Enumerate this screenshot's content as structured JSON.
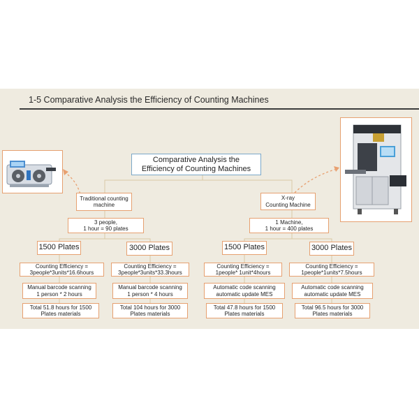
{
  "title": "1-5 Comparative Analysis the Efficiency of Counting Machines",
  "center": "Comparative Analysis the\nEfficiency of Counting Machines",
  "left": {
    "category": "Traditional counting\nmachine",
    "rate": "3 people,\n1 hour = 90 plates",
    "branches": [
      {
        "plates": "1500 Plates",
        "efficiency": "Counting Efficiency =\n3people*3units*16.6hours",
        "method": "Manual barcode scanning\n1 person * 2 hours",
        "total": "Total 51.8 hours for 1500\nPlates materials"
      },
      {
        "plates": "3000 Plates",
        "efficiency": "Counting Efficiency =\n3people*3units*33.3hours",
        "method": "Manual barcode scanning\n1 person * 4 hours",
        "total": "Total 104 hours for 3000\nPlates materials"
      }
    ]
  },
  "right": {
    "category": "X-ray\nCounting Machine",
    "rate": "1 Machine,\n1 hour = 400 plates",
    "branches": [
      {
        "plates": "1500 Plates",
        "efficiency": "Counting Efficiency =\n1people* 1unit*4hours",
        "method": "Automatic code scanning\nautomatic update MES",
        "total": "Total 47.8 hours for 1500\nPlates materials"
      },
      {
        "plates": "3000 Plates",
        "efficiency": "Counting Efficiency =\n1people*1units*7.5hours",
        "method": "Automatic code scanning\nautomatic update MES",
        "total": "Total 96.5 hours for 3000\nPlates materials"
      }
    ]
  },
  "colors": {
    "slide_bg": "#efebe0",
    "box_border": "#e6a070",
    "main_border": "#7aa7c8",
    "connector": "#e8a070"
  },
  "images": {
    "left": "traditional-counting-machine-image",
    "right": "x-ray-counting-machine-image"
  }
}
